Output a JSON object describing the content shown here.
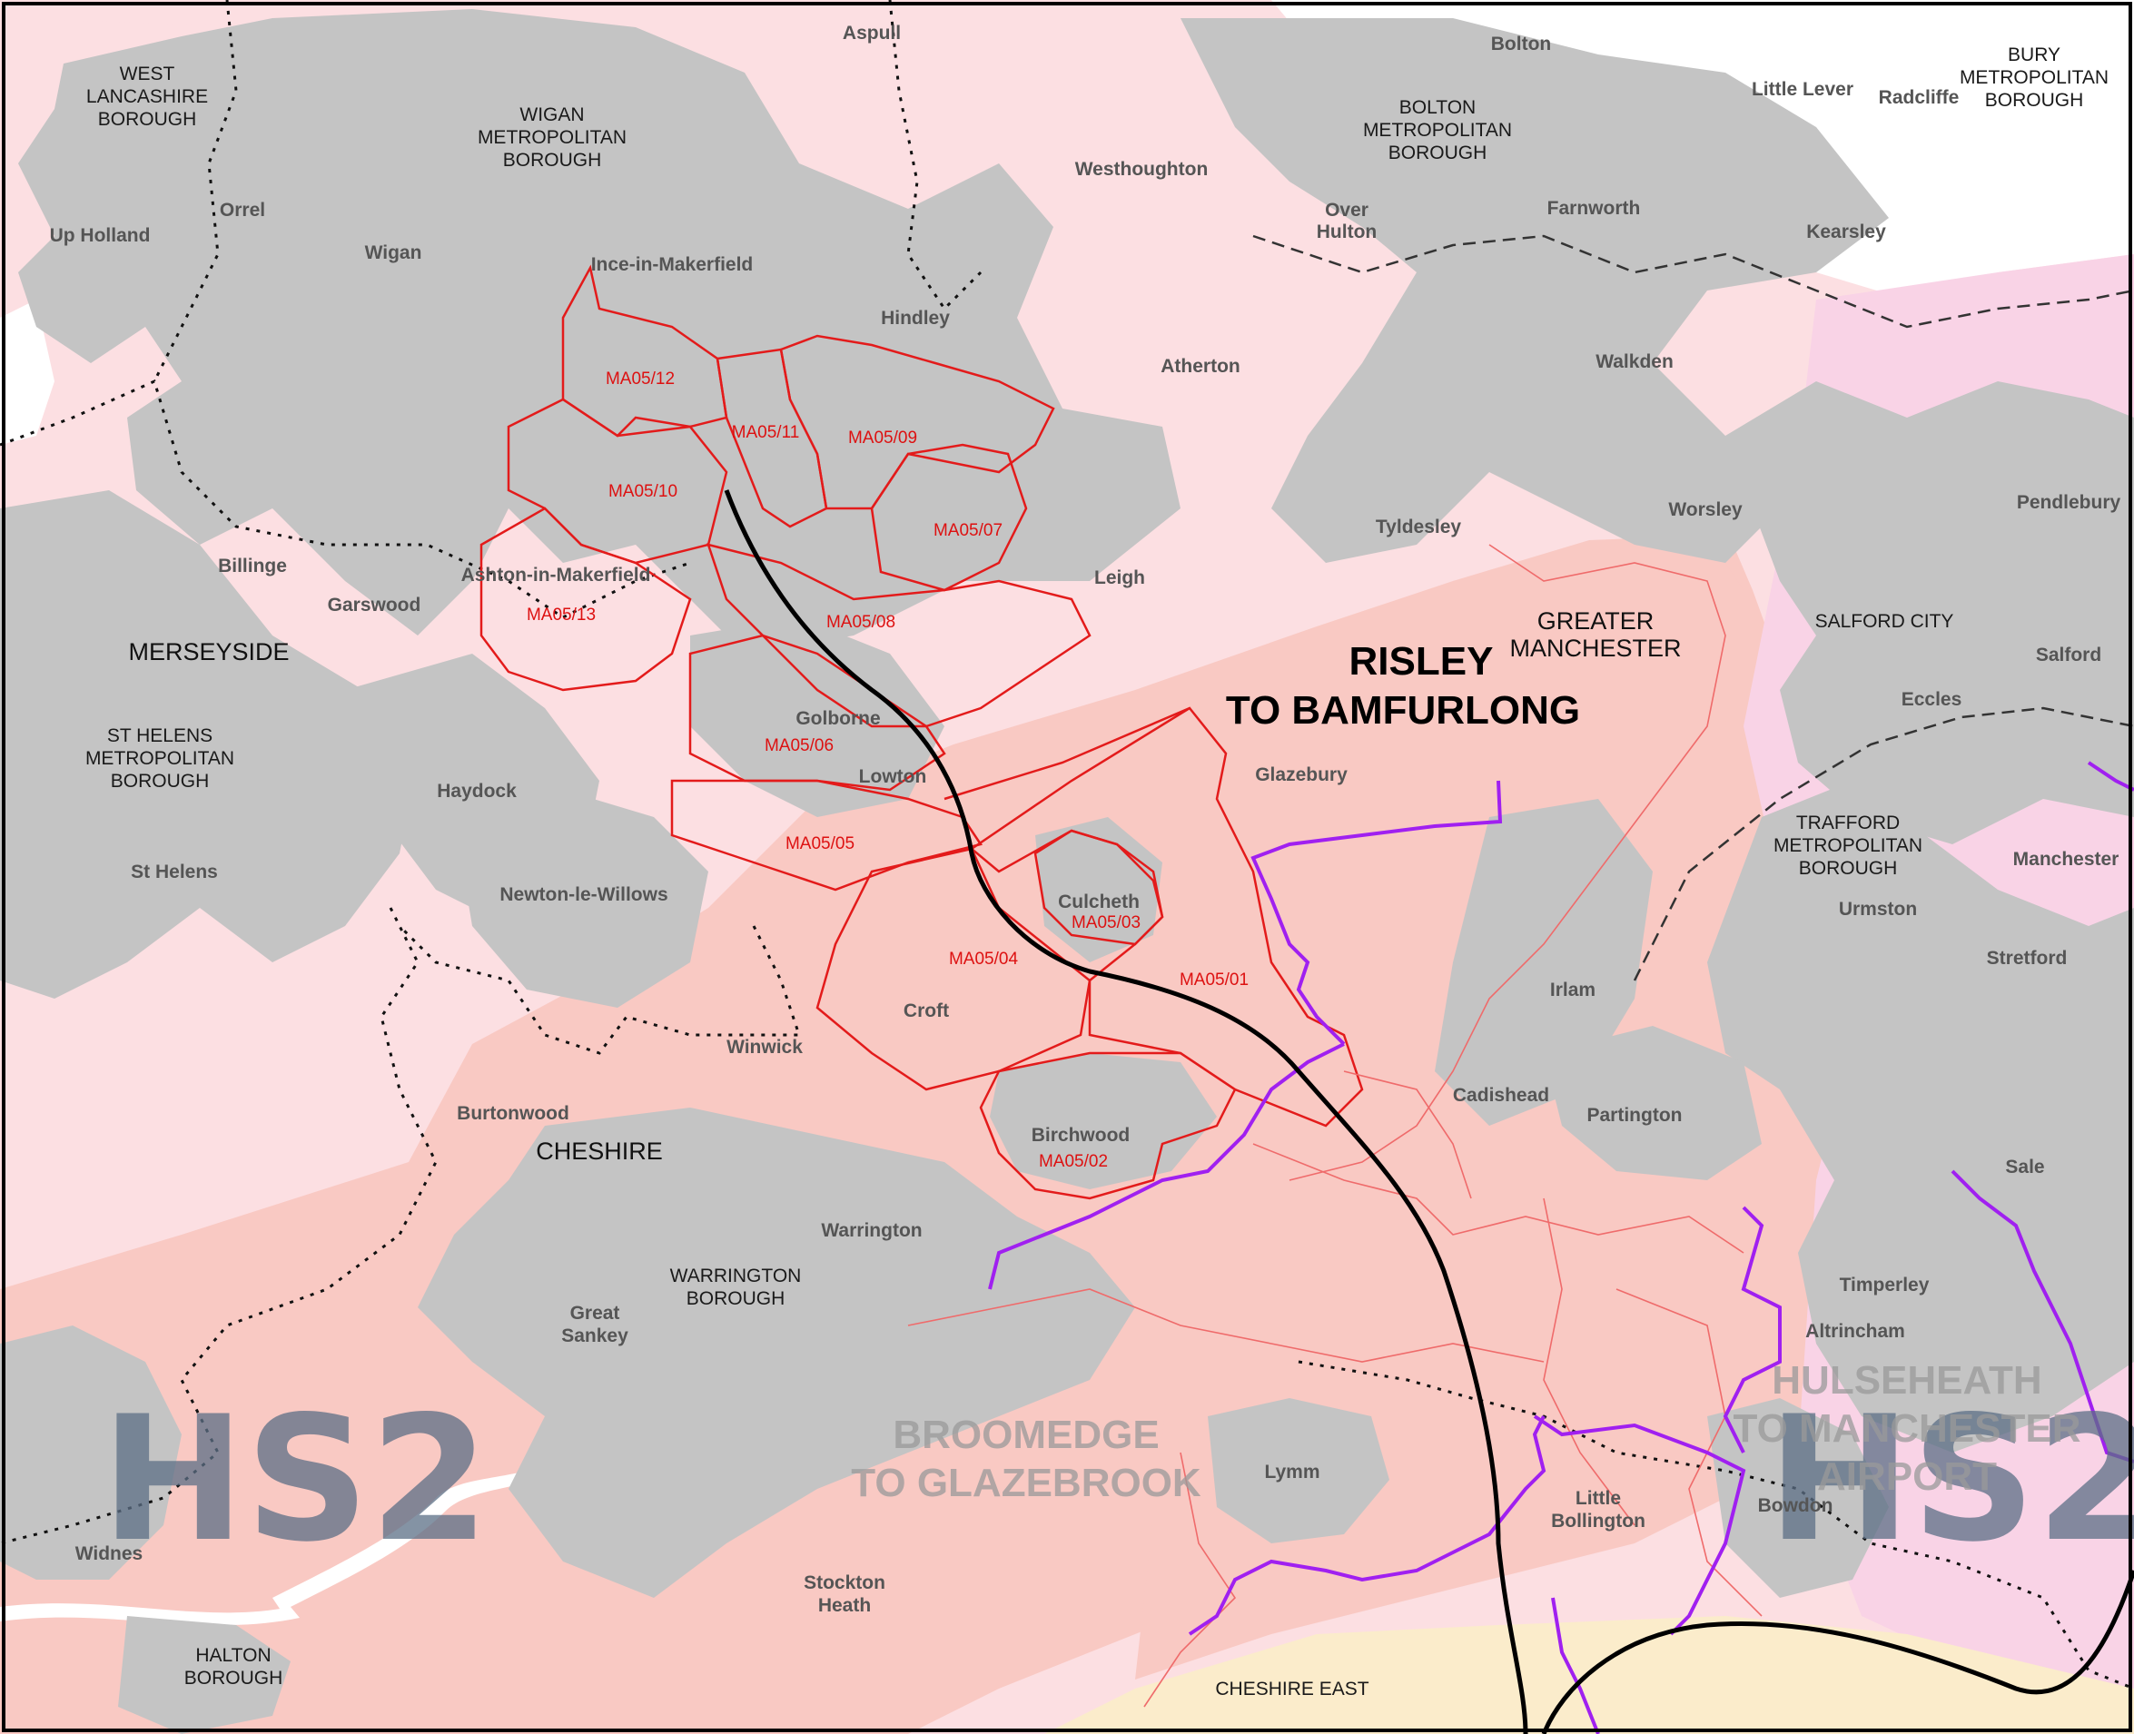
{
  "map_title": {
    "line1": "RISLEY",
    "line2": "TO BAMFURLONG"
  },
  "adjacent_sections": {
    "west": {
      "line1": "BROOMEDGE",
      "line2": "TO GLAZEBROOK"
    },
    "east": {
      "line1": "HULSEHEATH",
      "line2": "TO MANCHESTER",
      "line3": "AIRPORT"
    }
  },
  "logos": {
    "left": "HS2",
    "right": "HS2"
  },
  "counties": {
    "merseyside": "MERSEYSIDE",
    "cheshire": "CHESHIRE",
    "greater_manchester_1": "GREATER",
    "greater_manchester_2": "MANCHESTER",
    "cheshire_east": "CHESHIRE EAST",
    "salford_city": "SALFORD CITY"
  },
  "boroughs": {
    "west_lancashire": [
      "WEST",
      "LANCASHIRE",
      "BOROUGH"
    ],
    "wigan": [
      "WIGAN",
      "METROPOLITAN",
      "BOROUGH"
    ],
    "bolton": [
      "BOLTON",
      "METROPOLITAN",
      "BOROUGH"
    ],
    "bury": [
      "BURY",
      "METROPOLITAN",
      "BOROUGH"
    ],
    "st_helens": [
      "ST HELENS",
      "METROPOLITAN",
      "BOROUGH"
    ],
    "trafford": [
      "TRAFFORD",
      "METROPOLITAN",
      "BOROUGH"
    ],
    "warrington": [
      "WARRINGTON",
      "BOROUGH"
    ],
    "halton": [
      "HALTON",
      "BOROUGH"
    ]
  },
  "places": {
    "aspull": "Aspull",
    "bolton": "Bolton",
    "little_lever": "Little Lever",
    "radcliffe": "Radcliffe",
    "orrel": "Orrel",
    "up_holland": "Up Holland",
    "wigan": "Wigan",
    "westhoughton": "Westhoughton",
    "over_hulton_1": "Over",
    "over_hulton_2": "Hulton",
    "farnworth": "Farnworth",
    "kearsley": "Kearsley",
    "ince": "Ince-in-Makerfield",
    "hindley": "Hindley",
    "atherton": "Atherton",
    "walkden": "Walkden",
    "tyldesley": "Tyldesley",
    "worsley": "Worsley",
    "pendlebury": "Pendlebury",
    "billinge": "Billinge",
    "garswood": "Garswood",
    "ashton": "Ashton-in-Makerfield",
    "leigh": "Leigh",
    "salford": "Salford",
    "eccles": "Eccles",
    "golborne": "Golborne",
    "lowton": "Lowton",
    "glazebury": "Glazebury",
    "haydock": "Haydock",
    "st_helens": "St Helens",
    "newton": "Newton-le-Willows",
    "culcheth": "Culcheth",
    "manchester": "Manchester",
    "urmston": "Urmston",
    "stretford": "Stretford",
    "irlam": "Irlam",
    "croft": "Croft",
    "winwick": "Winwick",
    "cadishead": "Cadishead",
    "partington": "Partington",
    "burtonwood": "Burtonwood",
    "birchwood": "Birchwood",
    "sale": "Sale",
    "warrington": "Warrington",
    "timperley": "Timperley",
    "altrincham": "Altrincham",
    "great_sankey_1": "Great",
    "great_sankey_2": "Sankey",
    "lymm": "Lymm",
    "little_bollington_1": "Little",
    "little_bollington_2": "Bollington",
    "bowdon": "Bowdon",
    "widnes": "Widnes",
    "stockton_heath_1": "Stockton",
    "stockton_heath_2": "Heath"
  },
  "map_areas": {
    "ma05_01": "MA05/01",
    "ma05_02": "MA05/02",
    "ma05_03": "MA05/03",
    "ma05_04": "MA05/04",
    "ma05_05": "MA05/05",
    "ma05_06": "MA05/06",
    "ma05_07": "MA05/07",
    "ma05_08": "MA05/08",
    "ma05_09": "MA05/09",
    "ma05_10": "MA05/10",
    "ma05_11": "MA05/11",
    "ma05_12": "MA05/12",
    "ma05_13": "MA05/13"
  },
  "colors": {
    "county_pink": "#fcdfe2",
    "cheshire_salmon": "#f9c9c3",
    "manchester_magenta": "#f9d3e6",
    "cheshire_east": "#fbeccb",
    "urban_grey": "#c4c4c4",
    "area_boundary": "#e31b1b",
    "route_line": "#000000",
    "purple_route": "#a020f0"
  }
}
